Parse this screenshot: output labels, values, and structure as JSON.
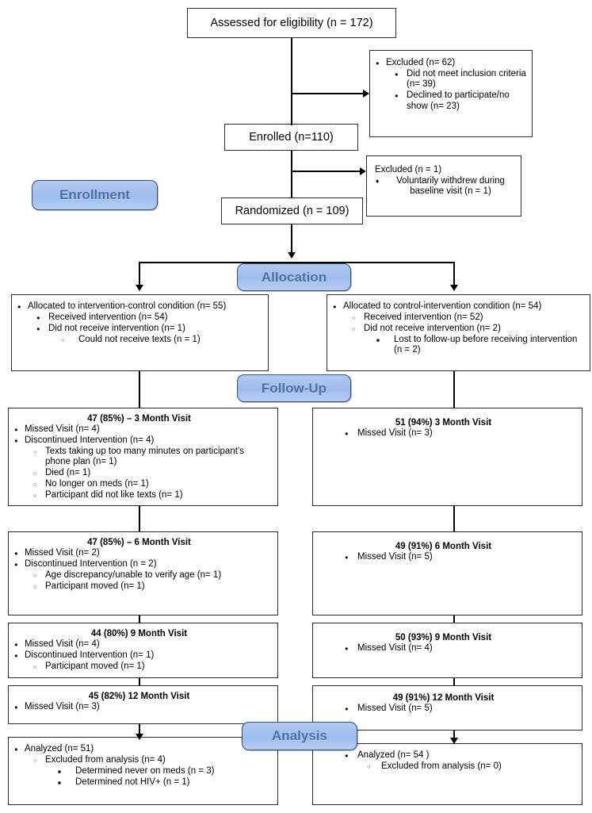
{
  "diagram": {
    "title": "CONSORT participant flow diagram",
    "accent_blue": "#9dbdee",
    "accent_blue_border": "#2f4f7f",
    "accent_text": "#4a6fa5",
    "line_color": "#000000"
  },
  "stages": {
    "enrollment": "Enrollment",
    "allocation": "Allocation",
    "followup": "Follow-Up",
    "analysis": "Analysis"
  },
  "assessed": {
    "label": "Assessed for eligibility (n = 172)"
  },
  "excluded_screening": {
    "line1": "Excluded  (n= 62)",
    "line2": "Did not meet  inclusion criteria (n= 39)",
    "line3": "Declined to participate/no show (n= 23)"
  },
  "enrolled": {
    "label": "Enrolled (n=110)"
  },
  "excluded_baseline": {
    "line1": "Excluded (n = 1)",
    "line2": "Voluntarily withdrew during baseline visit (n = 1)"
  },
  "randomized": {
    "label": "Randomized (n = 109)"
  },
  "allocation_left": {
    "line1": "Allocated to intervention-control condition  (n= 55)",
    "line2": "Received intervention (n= 54)",
    "line3": "Did not receive intervention (n= 1)",
    "line4": "Could not receive texts (n = 1)"
  },
  "allocation_right": {
    "line1": "Allocated to control-intervention condition (n= 54)",
    "line2": "Received intervention (n=  52)",
    "line3": "Did not receive intervention (n=  2)",
    "line4": "Lost to follow-up before receiving intervention (n = 2)"
  },
  "followup_left": [
    {
      "header": "47 (85%) – 3 Month Visit",
      "items": [
        {
          "level": 1,
          "bullet": "disc",
          "text": "Missed Visit (n= 4)"
        },
        {
          "level": 1,
          "bullet": "disc",
          "text": "Discontinued Intervention (n= 4)"
        },
        {
          "level": 2,
          "bullet": "circ",
          "text": "Texts taking up too many minutes on participant’s phone plan (n= 1)"
        },
        {
          "level": 2,
          "bullet": "circ",
          "text": "Died (n= 1)"
        },
        {
          "level": 2,
          "bullet": "circ",
          "text": "No longer on meds (n= 1)"
        },
        {
          "level": 2,
          "bullet": "circ",
          "text": "Participant did not like texts (n= 1)"
        }
      ]
    },
    {
      "header": "47 (85%) – 6 Month Visit",
      "items": [
        {
          "level": 1,
          "bullet": "disc",
          "text": "Missed Visit (n=  2)"
        },
        {
          "level": 1,
          "bullet": "disc",
          "text": "Discontinued Intervention (n = 2)"
        },
        {
          "level": 2,
          "bullet": "circ",
          "text": "Age  discrepancy/unable  to  verify  age (n= 1)"
        },
        {
          "level": 2,
          "bullet": "circ",
          "text": "Participant moved (n= 1)"
        }
      ]
    },
    {
      "header": "44 (80%) 9 Month Visit",
      "items": [
        {
          "level": 1,
          "bullet": "disc",
          "text": "Missed Visit (n= 4)"
        },
        {
          "level": 1,
          "bullet": "disc",
          "text": "Discontinued Intervention (n= 1)"
        },
        {
          "level": 2,
          "bullet": "circ",
          "text": "Participant moved (n= 1)"
        }
      ]
    },
    {
      "header": "45 (82%) 12 Month Visit",
      "items": [
        {
          "level": 1,
          "bullet": "disc",
          "text": "Missed Visit (n= 3)"
        }
      ]
    }
  ],
  "followup_right": [
    {
      "header": "51 (94%) 3 Month Visit",
      "items": [
        {
          "level": 1,
          "bullet": "disc",
          "text": "Missed Visit (n= 3)"
        }
      ]
    },
    {
      "header": "49 (91%) 6 Month Visit",
      "items": [
        {
          "level": 1,
          "bullet": "disc",
          "text": "Missed Visit (n= 5)"
        }
      ]
    },
    {
      "header": "50 (93%) 9 Month Visit",
      "items": [
        {
          "level": 1,
          "bullet": "disc",
          "text": "Missed Visit (n= 4)"
        }
      ]
    },
    {
      "header": "49 (91%) 12 Month Visit",
      "items": [
        {
          "level": 1,
          "bullet": "disc",
          "text": "Missed Visit (n= 5)"
        }
      ]
    }
  ],
  "analysis_left": {
    "line1": "Analyzed  (n= 51)",
    "line2": "Excluded from analysis (n= 4)",
    "line3": "Determined never on meds (n = 3)",
    "line4": "Determined not HIV+ (n = 1)"
  },
  "analysis_right": {
    "line1": "Analyzed  (n= 54 )",
    "line2": "Excluded from analysis (n= 0)"
  }
}
